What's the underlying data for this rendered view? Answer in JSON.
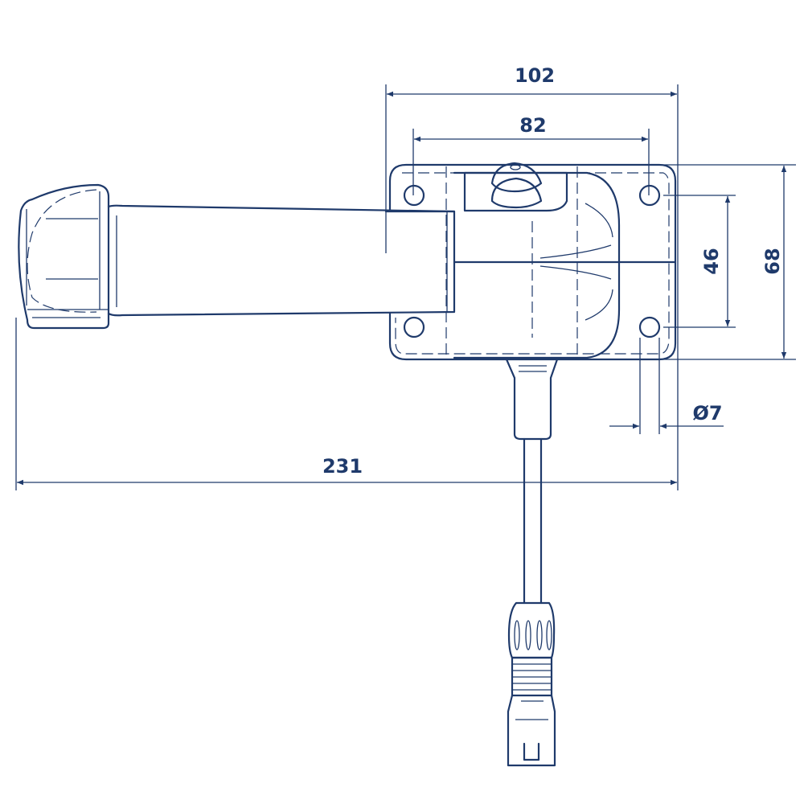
{
  "title": "Remote control handle dimension drawing",
  "color": "#1f3a6b",
  "dimensions": {
    "overall_width": "102",
    "hole_spacing_horizontal": "82",
    "hole_spacing_vertical": "46",
    "overall_height": "68",
    "hole_diameter": "Ø7",
    "overall_length": "231"
  }
}
